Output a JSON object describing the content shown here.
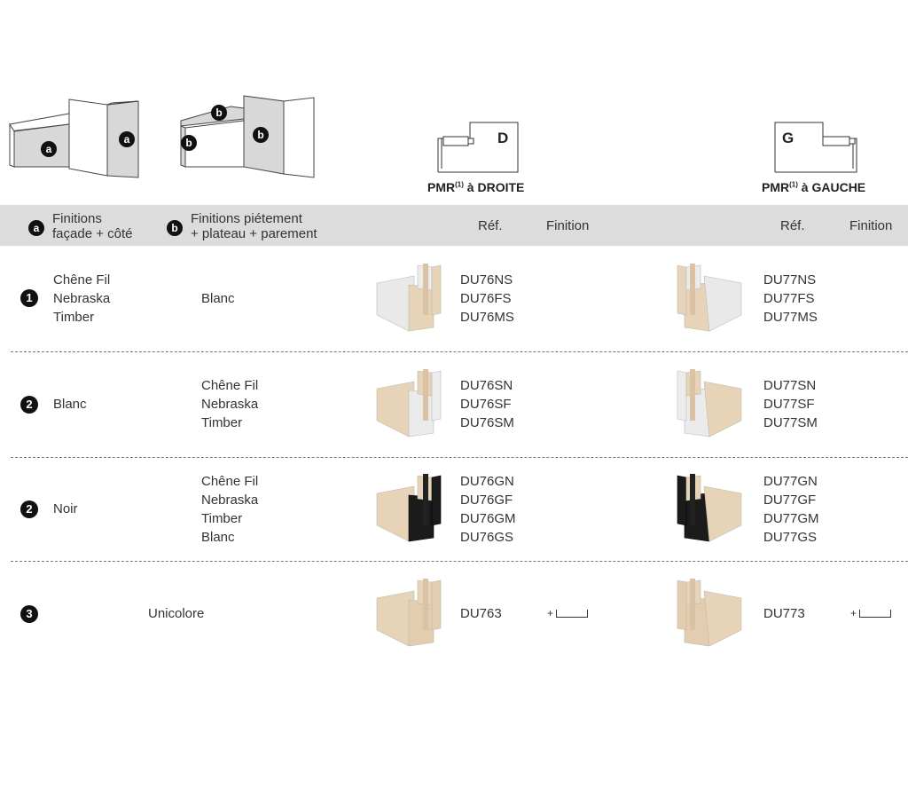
{
  "legend": {
    "a_letter": "a",
    "a_line1": "Finitions",
    "a_line2": "façade + côté",
    "b_letter": "b",
    "b_line1": "Finitions piétement",
    "b_line2": "+ plateau + parement"
  },
  "pmr_right": {
    "letter": "D",
    "label_pre": "PMR",
    "label_sup": "(1)",
    "label_post": " à DROITE"
  },
  "pmr_left": {
    "letter": "G",
    "label_pre": "PMR",
    "label_sup": "(1)",
    "label_post": " à GAUCHE"
  },
  "columns": {
    "ref": "Réf.",
    "finition": "Finition"
  },
  "rows": [
    {
      "badge": "1",
      "a": [
        "Chêne Fil",
        "Nebraska",
        "Timber"
      ],
      "b": [
        "Blanc"
      ],
      "refs_right": [
        "DU76NS",
        "DU76FS",
        "DU76MS"
      ],
      "refs_left": [
        "DU77NS",
        "DU77FS",
        "DU77MS"
      ]
    },
    {
      "badge": "2",
      "a": [
        "Blanc"
      ],
      "b": [
        "Chêne Fil",
        "Nebraska",
        "Timber"
      ],
      "refs_right": [
        "DU76SN",
        "DU76SF",
        "DU76SM"
      ],
      "refs_left": [
        "DU77SN",
        "DU77SF",
        "DU77SM"
      ]
    },
    {
      "badge": "2",
      "a": [
        "Noir"
      ],
      "b": [
        "Chêne Fil",
        "Nebraska",
        "Timber",
        "Blanc"
      ],
      "refs_right": [
        "DU76GN",
        "DU76GF",
        "DU76GM",
        "DU76GS"
      ],
      "refs_left": [
        "DU77GN",
        "DU77GF",
        "DU77GM",
        "DU77GS"
      ]
    },
    {
      "badge": "3",
      "unicolor": "Unicolore",
      "refs_right": [
        "DU763"
      ],
      "refs_left": [
        "DU773"
      ],
      "plus": "+"
    }
  ],
  "colors": {
    "oak": "#e6d3b8",
    "white_finish": "#e9e9e9",
    "black_finish": "#1b1b1b",
    "band": "#dcdcdc"
  }
}
